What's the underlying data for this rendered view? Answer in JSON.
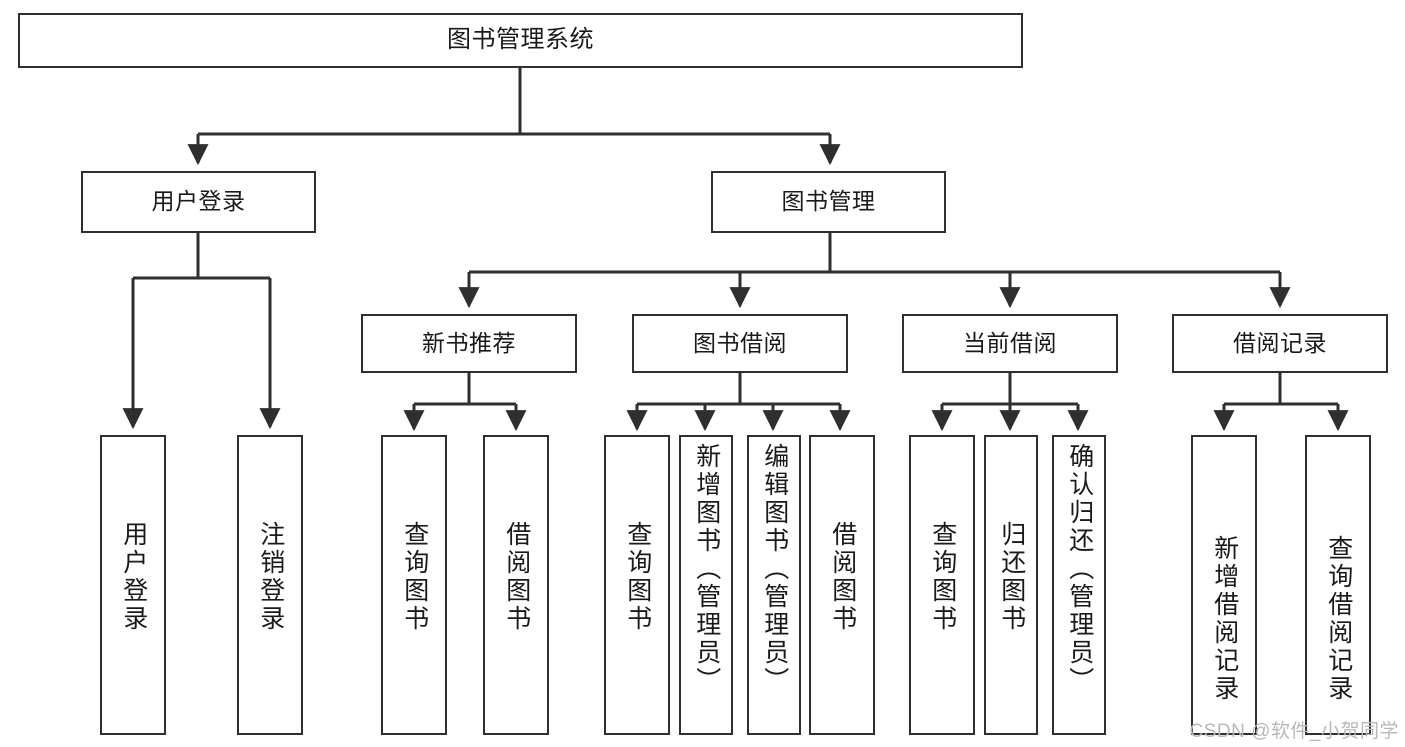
{
  "diagram": {
    "title": "图书管理系统",
    "type": "hierarchy-tree",
    "orientation": "top-down",
    "nodes": {
      "root": {
        "label": "图书管理系统"
      },
      "level2": [
        {
          "id": "user-login",
          "label": "用户登录"
        },
        {
          "id": "book-manage",
          "label": "图书管理"
        }
      ],
      "level3": [
        {
          "id": "new-book-rec",
          "label": "新书推荐"
        },
        {
          "id": "book-borrow",
          "label": "图书借阅"
        },
        {
          "id": "current-borrow",
          "label": "当前借阅"
        },
        {
          "id": "borrow-record",
          "label": "借阅记录"
        }
      ],
      "leaves": [
        {
          "id": "leaf-user-login",
          "label": "用户登录"
        },
        {
          "id": "leaf-logout",
          "label": "注销登录"
        },
        {
          "id": "leaf-query-book-1",
          "label": "查询图书"
        },
        {
          "id": "leaf-borrow-book-1",
          "label": "借阅图书"
        },
        {
          "id": "leaf-query-book-2",
          "label": "查询图书"
        },
        {
          "id": "leaf-add-book",
          "label": "新增图书（管理员）"
        },
        {
          "id": "leaf-edit-book",
          "label": "编辑图书（管理员）"
        },
        {
          "id": "leaf-borrow-book-2",
          "label": "借阅图书"
        },
        {
          "id": "leaf-query-book-3",
          "label": "查询图书"
        },
        {
          "id": "leaf-return-book",
          "label": "归还图书"
        },
        {
          "id": "leaf-confirm-return",
          "label": "确认归还（管理员）"
        },
        {
          "id": "leaf-add-record",
          "label": "新增借阅记录"
        },
        {
          "id": "leaf-query-record",
          "label": "查询借阅记录"
        }
      ]
    },
    "colors": {
      "stroke": "#2f2f2f",
      "fill": "#ffffff",
      "text": "#1a1a1a",
      "watermark": "#b8b8b8"
    }
  },
  "watermark": {
    "text": "CSDN @软件_小贺同学"
  }
}
